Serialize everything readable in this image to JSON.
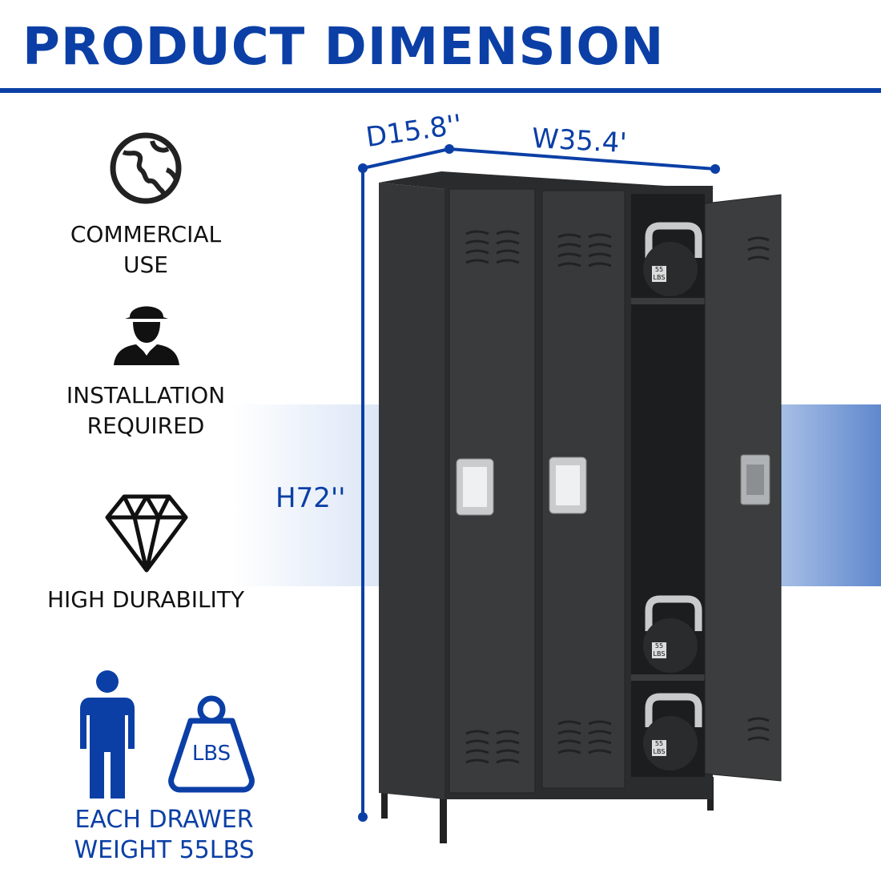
{
  "title": "PRODUCT DIMENSION",
  "dimensions": {
    "depth": "D15.8''",
    "width": "W35.4'",
    "height": "H72''"
  },
  "features": [
    {
      "icon": "globe-icon",
      "lines": [
        "COMMERCIAL",
        "USE"
      ]
    },
    {
      "icon": "worker-icon",
      "lines": [
        "INSTALLATION",
        "REQUIRED"
      ]
    },
    {
      "icon": "diamond-icon",
      "lines": [
        "HIGH DURABILITY"
      ]
    },
    {
      "icon": "weight-icon",
      "weight_label": "LBS",
      "lines": [
        "EACH DRAWER",
        "WEIGHT 55LBS"
      ]
    }
  ],
  "kettlebell_label": [
    "55",
    "LBS"
  ],
  "colors": {
    "brand_blue": "#0b3fa6",
    "locker": "#2e2f31"
  }
}
